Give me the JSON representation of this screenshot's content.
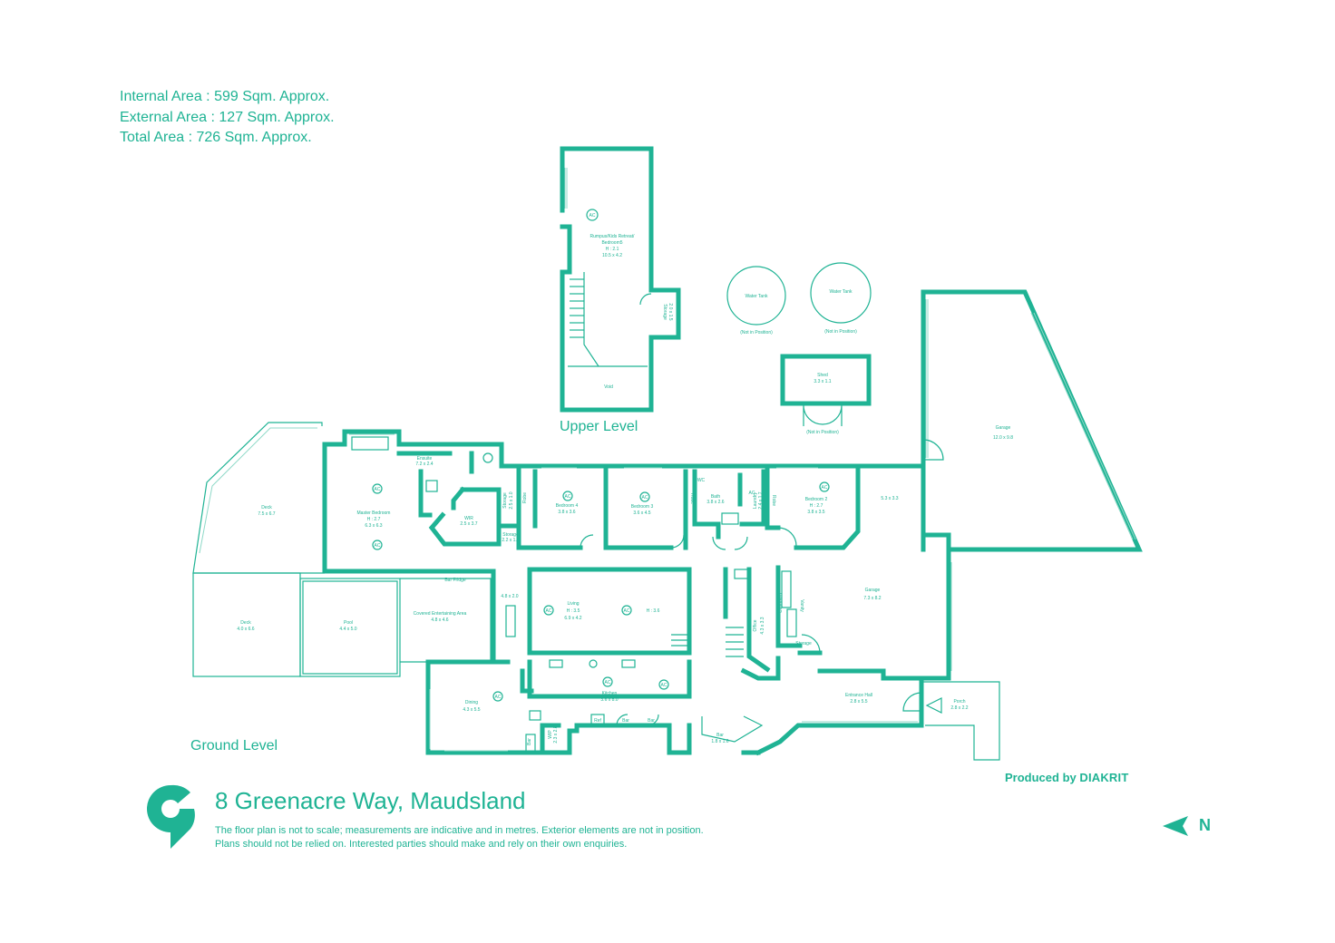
{
  "areas": {
    "internal": "Internal Area : 599 Sqm. Approx.",
    "external": "External Area : 127 Sqm. Approx.",
    "total": "Total Area : 726 Sqm. Approx."
  },
  "levels": {
    "upper": "Upper Level",
    "ground": "Ground Level"
  },
  "rooms": {
    "retreat_ac": "AC",
    "retreat_name": "Rumpus/Kids Retreat/",
    "retreat_name2": "Bedroom5",
    "retreat_h": "H : 2.1",
    "retreat_dims": "10.5 x 4.2",
    "storage_up": "Storage",
    "storage_up_dims": "2.0 x 1.5",
    "void": "Void",
    "water_tank_1": "Water Tank",
    "water_tank_1_note": "(Not in Position)",
    "water_tank_2": "Water Tank",
    "water_tank_2_note": "(Not in Position)",
    "shed": "Shed",
    "shed_dims": "3.3 x 1.1",
    "shed_note": "(Not in Position)",
    "garage_1": "Garage",
    "garage_1_dims": "12.0 x 9.8",
    "deck_1": "Deck",
    "deck_1_dims": "7.5 x 6.7",
    "master": "Master Bedroom",
    "master_h": "H : 2.7",
    "master_dims": "6.3 x 6.3",
    "master_ac1": "AC",
    "master_ac2": "AC",
    "ensuite": "Ensuite",
    "ensuite_dims": "7.2 x 2.4",
    "wir_1": "WIR",
    "wir_1_dims": "2.5 x 3.7",
    "storage_1": "Storage",
    "storage_1_dims": "2.5 x 1.0",
    "storage_2": "Storage",
    "storage_2_dims": "2.2 x 1.0",
    "robe_1": "Robe",
    "bed4": "Bedroom 4",
    "bed4_dims": "3.8 x 3.6",
    "bed4_ac": "AC",
    "bed3": "Bedroom 3",
    "bed3_dims": "3.6 x 4.5",
    "bed3_ac": "AC",
    "robe_2": "Robe",
    "bath": "Bath",
    "bath_dims": "3.8 x 2.6",
    "wc": "WC",
    "ac_hall": "AC",
    "laundry": "Laundry",
    "laundry_dims": "2.4 x 1.7",
    "robe_3": "Robe",
    "bed2": "Bedroom 2",
    "bed2_h": "H : 2.7",
    "bed2_dims": "3.8 x 3.5",
    "bed2_ac": "AC",
    "room_dims_right": "5.3 x 3.3",
    "bar_fridge": "Bar Fridge",
    "deck_2": "Deck",
    "deck_2_dims": "4.0 x 6.6",
    "pool": "Pool",
    "pool_dims": "4.4 x 5.0",
    "covered": "Covered Entertaining Area",
    "covered_dims": "4.8 x 4.6",
    "gallery_dims": "4.8 x 2.0",
    "living": "Living",
    "living_h": "H : 3.5",
    "living_dims": "6.9 x 4.2",
    "living_ac1": "AC",
    "living_ac2": "AC",
    "living_h2": "H : 3.6",
    "office": "Office",
    "office_dims": "4.3 x 3.3",
    "vanity": "Vanity",
    "cupboard": "Cupboard",
    "storage_3": "Storage",
    "garage_2": "Garage",
    "garage_2_dims": "7.3 x 8.2",
    "dining": "Dining",
    "dining_dims": "4.3 x 5.5",
    "dining_ac": "AC",
    "kitchen": "Kitchen",
    "kitchen_dims": "3.6 x 8.0",
    "kitchen_ac1": "AC",
    "kitchen_ac2": "AC",
    "wip": "WIP",
    "wip_dims": "2.3 x 2.8",
    "bar_1": "Bar",
    "bar_2": "Bar",
    "bar_3": "Bar",
    "ref": "Ref",
    "bar_4": "Bar",
    "bar_4_dims": "1.8 x 1.6",
    "entrance": "Entrance Hall",
    "entrance_dims": "2.8 x 5.5",
    "porch": "Porch",
    "porch_dims": "2.8 x 2.2"
  },
  "address": "8 Greenacre Way, Maudsland",
  "disclaimer": {
    "line1": "The floor plan is not to scale; measurements are indicative and in metres. Exterior elements are not in position.",
    "line2": "Plans should not be relied on. Interested parties should make and rely on their own enquiries."
  },
  "produced": {
    "prefix": "Produced by ",
    "brand": "DIAKRIT"
  },
  "compass": {
    "label": "N"
  },
  "colors": {
    "accent": "#1fb394",
    "window": "#8fd9c8"
  },
  "icons": {
    "logo": "diakrit-logo-icon",
    "compass": "north-arrow-icon",
    "entry_arrow": "entry-arrow-icon"
  }
}
